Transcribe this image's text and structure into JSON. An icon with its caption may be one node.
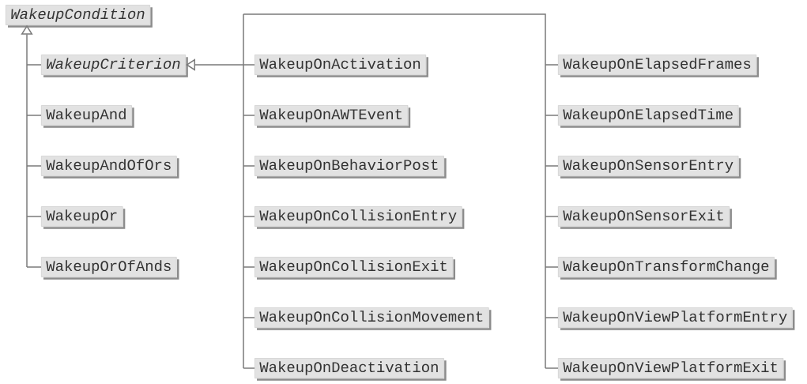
{
  "diagram": {
    "nodes": [
      {
        "text": [
          "WakeupCondition"
        ]
      },
      {
        "text": [
          "WakeupCriterion"
        ]
      },
      {
        "text": [
          "WakeupAnd"
        ]
      },
      {
        "text": [
          "WakeupAndOfOrs"
        ]
      },
      {
        "text": [
          "WakeupOr"
        ]
      },
      {
        "text": [
          "WakeupOrOfAnds"
        ]
      },
      {
        "text": [
          "WakeupOnActivation"
        ]
      },
      {
        "text": [
          "WakeupOnAWTEvent"
        ]
      },
      {
        "text": [
          "WakeupOnBehaviorPost"
        ]
      },
      {
        "text": [
          "WakeupOnCollisionEntry"
        ]
      },
      {
        "text": [
          "WakeupOnCollisionExit"
        ]
      },
      {
        "text": [
          "WakeupOnCollisionMovement"
        ]
      },
      {
        "text": [
          "WakeupOnDeactivation"
        ]
      },
      {
        "text": [
          "WakeupOnElapsedFrames"
        ]
      },
      {
        "text": [
          "WakeupOnElapsedTime"
        ]
      },
      {
        "text": [
          "WakeupOnSensorEntry"
        ]
      },
      {
        "text": [
          "WakeupOnSensorExit"
        ]
      },
      {
        "text": [
          "WakeupOnTransformChange"
        ]
      },
      {
        "text": [
          "WakeupOnViewPlatformEntry"
        ]
      },
      {
        "text": [
          "WakeupOnViewPlatformExit"
        ]
      }
    ],
    "edges": [
      {
        "from": 1,
        "to": 0,
        "arrow": "to"
      },
      {
        "from": 2,
        "to": 0,
        "arrow": "to"
      },
      {
        "from": 3,
        "to": 0,
        "arrow": "to"
      },
      {
        "from": 4,
        "to": 0,
        "arrow": "to"
      },
      {
        "from": 5,
        "to": 0,
        "arrow": "to"
      },
      {
        "from": 6,
        "to": 1,
        "arrow": "to"
      },
      {
        "from": 7,
        "to": 1,
        "arrow": "to"
      },
      {
        "from": 8,
        "to": 1,
        "arrow": "to"
      },
      {
        "from": 9,
        "to": 1,
        "arrow": "to"
      },
      {
        "from": 10,
        "to": 1,
        "arrow": "to"
      },
      {
        "from": 11,
        "to": 1,
        "arrow": "to"
      },
      {
        "from": 12,
        "to": 1,
        "arrow": "to"
      },
      {
        "from": 13,
        "to": 1,
        "arrow": "to"
      },
      {
        "from": 14,
        "to": 1,
        "arrow": "to"
      },
      {
        "from": 15,
        "to": 1,
        "arrow": "to"
      },
      {
        "from": 16,
        "to": 1,
        "arrow": "to"
      },
      {
        "from": 17,
        "to": 1,
        "arrow": "to"
      },
      {
        "from": 18,
        "to": 1,
        "arrow": "to"
      },
      {
        "from": 19,
        "to": 1,
        "arrow": "to"
      }
    ]
  }
}
